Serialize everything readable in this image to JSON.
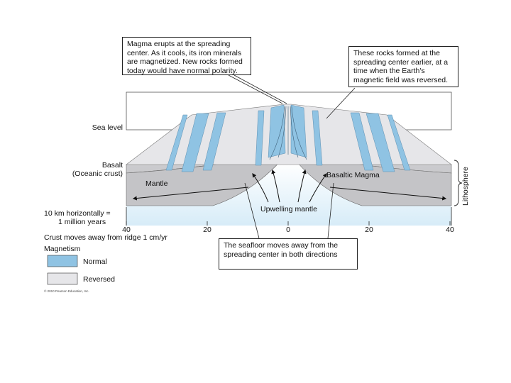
{
  "callouts": {
    "magma": "Magma erupts at the spreading center. As it cools, its iron minerals are magnetized. New rocks formed today would have normal polarity.",
    "reversed_rocks": "These rocks formed at the spreading center earlier, at a time when the Earth's magnetic field was reversed.",
    "seafloor": "The seafloor moves away from the spreading center in both directions"
  },
  "labels": {
    "sea_level": "Sea level",
    "basalt_line1": "Basalt",
    "basalt_line2": "(Oceanic crust)",
    "mantle": "Mantle",
    "basaltic_magma": "Basaltic Magma",
    "upwelling_mantle": "Upwelling mantle",
    "lithosphere": "Lithosphere",
    "scale_line1": "10 km horizontally =",
    "scale_line2": "1 million years",
    "crust_moves": "Crust moves away from ridge 1 cm/yr"
  },
  "axis": {
    "ticks": [
      {
        "label": "40",
        "value": -40
      },
      {
        "label": "20",
        "value": -20
      },
      {
        "label": "0",
        "value": 0
      },
      {
        "label": "20",
        "value": 20
      },
      {
        "label": "40",
        "value": 40
      }
    ]
  },
  "legend": {
    "title": "Magnetism",
    "items": [
      {
        "label": "Normal",
        "color": "#8fc3e3"
      },
      {
        "label": "Reversed",
        "color": "#e6e6e9"
      }
    ]
  },
  "copyright": "© 2010 Pearson Education, Inc.",
  "colors": {
    "normal": "#8fc3e3",
    "reversed": "#e6e6e9",
    "crust_side": "#d3d3d6",
    "mantle": "#c4c4c7",
    "upwelling": "#dff0fa"
  }
}
